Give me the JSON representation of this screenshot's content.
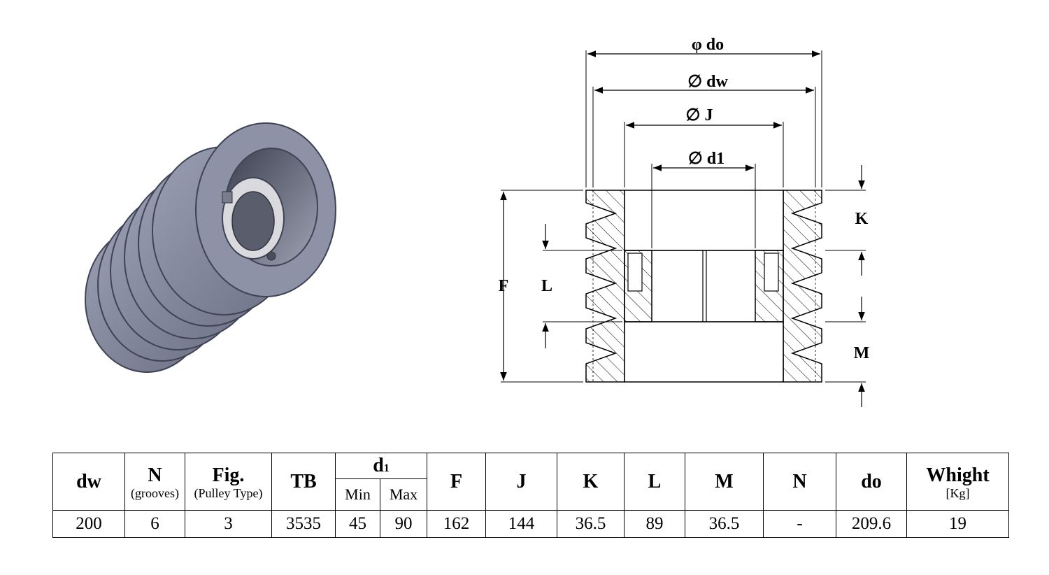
{
  "drawing": {
    "labels": {
      "do": "φ do",
      "dw": "∅ dw",
      "J": "∅ J",
      "d1": "∅ d1",
      "K": "K",
      "L": "L",
      "F": "F",
      "M": "M"
    },
    "colors": {
      "pulley_body": "#8a8fa3",
      "pulley_dark": "#565b6e",
      "bore": "#d8d8dc",
      "line": "#000000"
    }
  },
  "table": {
    "headers": {
      "dw": "dw",
      "N": "N",
      "N_sub": "(grooves)",
      "fig": "Fig.",
      "fig_sub": "(Pulley Type)",
      "tb": "TB",
      "d1": "d",
      "d1_sub": "1",
      "min": "Min",
      "max": "Max",
      "F": "F",
      "J": "J",
      "K": "K",
      "L": "L",
      "M": "M",
      "N2": "N",
      "do": "do",
      "weight": "Whight",
      "weight_sub": "[Kg]"
    },
    "row": {
      "dw": "200",
      "N": "6",
      "fig": "3",
      "tb": "3535",
      "min": "45",
      "max": "90",
      "F": "162",
      "J": "144",
      "K": "36.5",
      "L": "89",
      "M": "36.5",
      "N2": "-",
      "do": "209.6",
      "weight": "19"
    }
  }
}
